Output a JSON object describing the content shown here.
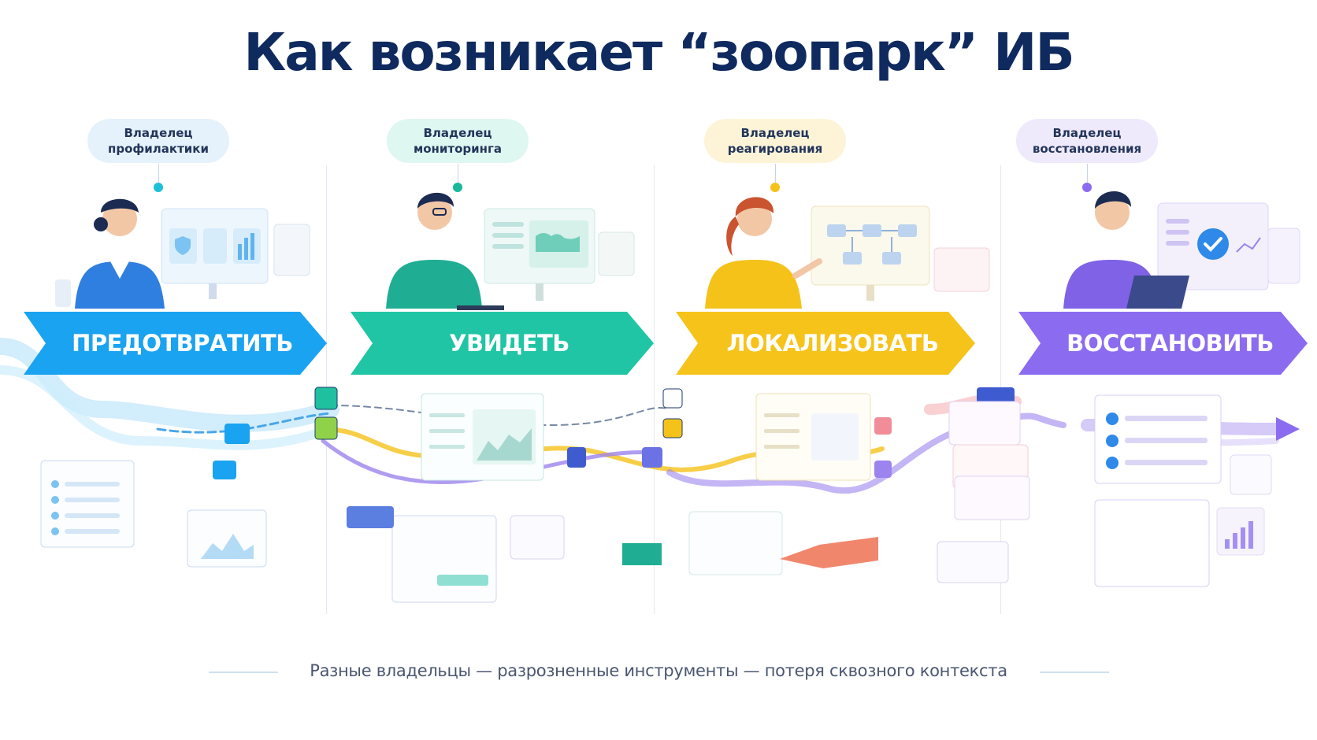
{
  "title": "Как возникает “зоопарк” ИБ",
  "stages": [
    {
      "owner": "Владелец\nпрофилактики",
      "action": "ПРЕДОТВРАТИТЬ",
      "color": "#1aa3f0",
      "pill_bg": "#e6f2fb",
      "dot": "#1ec0d8"
    },
    {
      "owner": "Владелец\nмониторинга",
      "action": "УВИДЕТЬ",
      "color": "#20c5a5",
      "pill_bg": "#dff7f1",
      "dot": "#18b89a"
    },
    {
      "owner": "Владелец\nреагирования",
      "action": "ЛОКАЛИЗОВАТЬ",
      "color": "#f6c31a",
      "pill_bg": "#fdf4d8",
      "dot": "#f5c21a"
    },
    {
      "owner": "Владелец\nвосстановления",
      "action": "ВОССТАНОВИТЬ",
      "color": "#8b6cf0",
      "pill_bg": "#efeafb",
      "dot": "#8b6cf0"
    }
  ],
  "footer": "Разные владельцы — разрозненные инструменты — потеря сквозного контекста"
}
